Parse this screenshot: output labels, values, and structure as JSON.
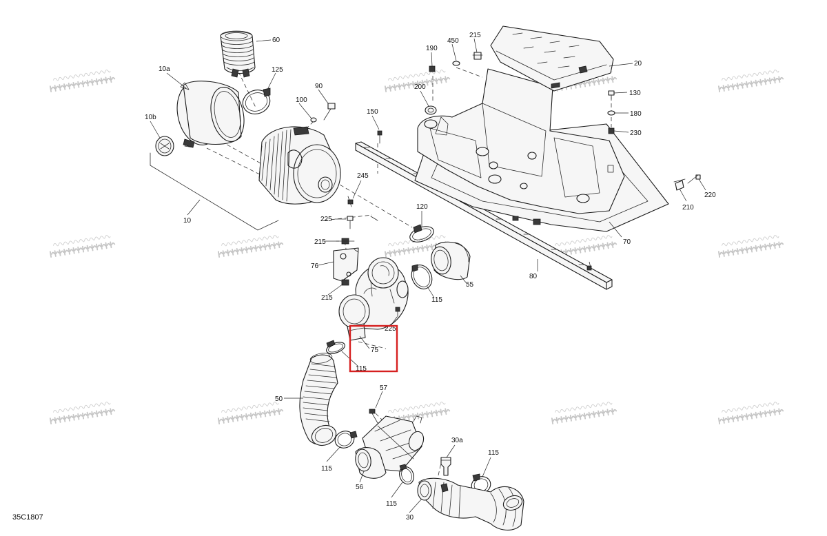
{
  "diagram_code": "35C1807",
  "watermark": "vNext Technologies",
  "highlight": {
    "target": "75",
    "color": "#d62020"
  },
  "callouts": [
    {
      "id": "c60",
      "text": "60"
    },
    {
      "id": "c10a",
      "text": "10a"
    },
    {
      "id": "c125",
      "text": "125"
    },
    {
      "id": "c90",
      "text": "90"
    },
    {
      "id": "c100",
      "text": "100"
    },
    {
      "id": "c10b",
      "text": "10b"
    },
    {
      "id": "c10",
      "text": "10"
    },
    {
      "id": "c245",
      "text": "245"
    },
    {
      "id": "c225a",
      "text": "225"
    },
    {
      "id": "c215a",
      "text": "215"
    },
    {
      "id": "c76",
      "text": "76"
    },
    {
      "id": "c215b",
      "text": "215"
    },
    {
      "id": "c120",
      "text": "120"
    },
    {
      "id": "c55",
      "text": "55"
    },
    {
      "id": "c115a",
      "text": "115"
    },
    {
      "id": "c225b",
      "text": "225"
    },
    {
      "id": "c75",
      "text": "75"
    },
    {
      "id": "c115b",
      "text": "115"
    },
    {
      "id": "c50",
      "text": "50"
    },
    {
      "id": "c57",
      "text": "57"
    },
    {
      "id": "c115c",
      "text": "115"
    },
    {
      "id": "c56",
      "text": "56"
    },
    {
      "id": "c115d",
      "text": "115"
    },
    {
      "id": "c30",
      "text": "30"
    },
    {
      "id": "c30a",
      "text": "30a"
    },
    {
      "id": "c115e",
      "text": "115"
    },
    {
      "id": "c150",
      "text": "150"
    },
    {
      "id": "c190",
      "text": "190"
    },
    {
      "id": "c450",
      "text": "450"
    },
    {
      "id": "c215c",
      "text": "215"
    },
    {
      "id": "c20",
      "text": "20"
    },
    {
      "id": "c200",
      "text": "200"
    },
    {
      "id": "c130",
      "text": "130"
    },
    {
      "id": "c180",
      "text": "180"
    },
    {
      "id": "c230",
      "text": "230"
    },
    {
      "id": "c70",
      "text": "70"
    },
    {
      "id": "c80",
      "text": "80"
    },
    {
      "id": "c210",
      "text": "210"
    },
    {
      "id": "c220",
      "text": "220"
    }
  ]
}
